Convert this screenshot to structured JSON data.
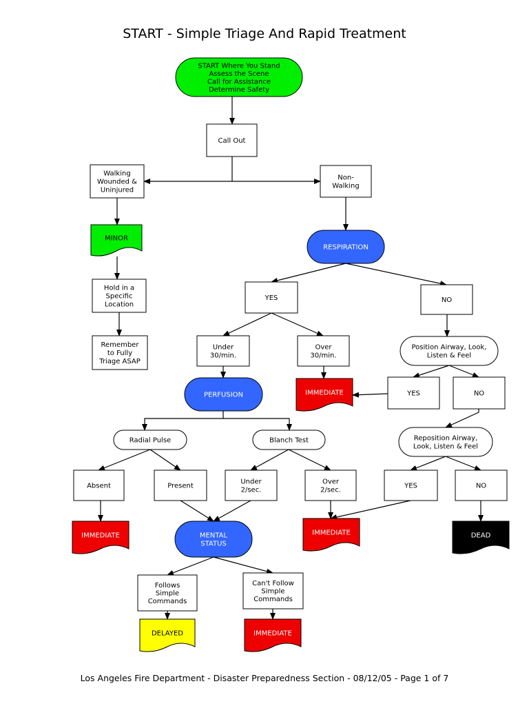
{
  "title": "START - Simple Triage And Rapid Treatment",
  "footer": "Los Angeles Fire Department - Disaster Preparedness Section - 08/12/05 - Page 1 of 7",
  "colors": {
    "green": "#00ee00",
    "blue": "#3366ff",
    "red": "#ee0000",
    "yellow": "#ffff00",
    "black": "#000000"
  },
  "nodes": {
    "start": [
      "START Where You Stand",
      "Assess the Scene",
      "Call for Assistance",
      "Determine Safety"
    ],
    "call_out": [
      "Call Out"
    ],
    "walking": [
      "Walking",
      "Wounded &",
      "Uninjured"
    ],
    "non_walking": [
      "Non-",
      "Walking"
    ],
    "minor": [
      "MINOR"
    ],
    "hold": [
      "Hold in a",
      "Specific",
      "Location"
    ],
    "remember": [
      "Remember",
      "to Fully",
      "Triage ASAP"
    ],
    "respiration": [
      "RESPIRATION"
    ],
    "resp_yes": [
      "YES"
    ],
    "resp_no": [
      "NO"
    ],
    "under30": [
      "Under",
      "30/min."
    ],
    "over30": [
      "Over",
      "30/min."
    ],
    "immediate_over30": [
      "IMMEDIATE"
    ],
    "position_airway": [
      "Position Airway, Look,",
      "Listen & Feel"
    ],
    "pos_yes": [
      "YES"
    ],
    "pos_no": [
      "NO"
    ],
    "perfusion": [
      "PERFUSION"
    ],
    "reposition_airway": [
      "Reposition Airway,",
      "Look, Listen & Feel"
    ],
    "radial_pulse": [
      "Radial Pulse"
    ],
    "blanch_test": [
      "Blanch Test"
    ],
    "absent": [
      "Absent"
    ],
    "present": [
      "Present"
    ],
    "under2": [
      "Under",
      "2/sec."
    ],
    "over2": [
      "Over",
      "2/sec."
    ],
    "repos_yes": [
      "YES"
    ],
    "repos_no": [
      "NO"
    ],
    "immediate_absent": [
      "IMMEDIATE"
    ],
    "mental_status": [
      "MENTAL",
      "STATUS"
    ],
    "immediate_over2": [
      "IMMEDIATE"
    ],
    "dead": [
      "DEAD"
    ],
    "follows": [
      "Follows",
      "Simple",
      "Commands"
    ],
    "cant_follow": [
      "Can't Follow",
      "Simple",
      "Commands"
    ],
    "delayed": [
      "DELAYED"
    ],
    "immediate_cant": [
      "IMMEDIATE"
    ]
  }
}
